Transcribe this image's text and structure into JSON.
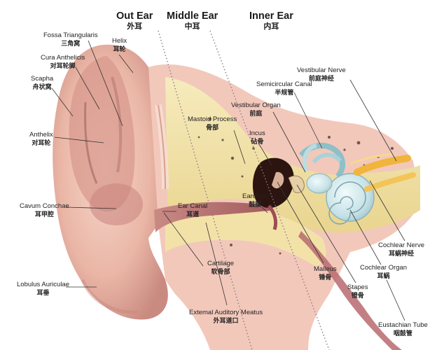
{
  "headers": {
    "outer": {
      "en": "Out Ear",
      "zh": "外耳"
    },
    "middle": {
      "en": "Middle Ear",
      "zh": "中耳"
    },
    "inner": {
      "en": "Inner Ear",
      "zh": "内耳"
    }
  },
  "labels": {
    "fossa": {
      "en": "Fossa Triangularis",
      "zh": "三角窝"
    },
    "helix": {
      "en": "Helix",
      "zh": "耳轮"
    },
    "cura": {
      "en": "Cura Anthelicis",
      "zh": "对耳轮脚"
    },
    "scapha": {
      "en": "Scapha",
      "zh": "舟状窝"
    },
    "antihelix": {
      "en": "Anthelix",
      "zh": "对耳轮"
    },
    "cavum": {
      "en": "Cavum Conchae",
      "zh": "耳甲腔"
    },
    "lobulus": {
      "en": "Lobulus Auriculae",
      "zh": "耳垂"
    },
    "earcanal": {
      "en": "Ear Canal",
      "zh": "耳道"
    },
    "cartilage": {
      "en": "Cartilage",
      "zh": "软骨部"
    },
    "external": {
      "en": "Extemal Auditory Meatus",
      "zh": "外耳道口"
    },
    "mastoid": {
      "en": "Mastoid Process",
      "zh": "骨部"
    },
    "incus": {
      "en": "Incus",
      "zh": "砧骨"
    },
    "vestibular_organ": {
      "en": "Vestibular Organ",
      "zh": "前庭"
    },
    "semicircular": {
      "en": "Semicircular Canal",
      "zh": "半规管"
    },
    "vestibular_nerve": {
      "en": "Vestibular Nerve",
      "zh": "前庭神经"
    },
    "eardrum": {
      "en": "Eardrum",
      "zh": "鼓膜"
    },
    "malleus": {
      "en": "Malleus",
      "zh": "锤骨"
    },
    "stapes": {
      "en": "Stapes",
      "zh": "镫骨"
    },
    "cochlear_nerve": {
      "en": "Cochlear Nerve",
      "zh": "耳蜗神经"
    },
    "cochlear_organ": {
      "en": "Cochlear Organ",
      "zh": "耳蜗"
    },
    "eustachian": {
      "en": "Eustachian Tube",
      "zh": "咽鼓管"
    }
  },
  "colors": {
    "skin": "#f2c2b4",
    "skin_dark": "#c9827a",
    "bone": "#f1e3a6",
    "cochlea": "#cfe6ea",
    "nerve": "#f0b53a",
    "background": "#ffffff"
  }
}
